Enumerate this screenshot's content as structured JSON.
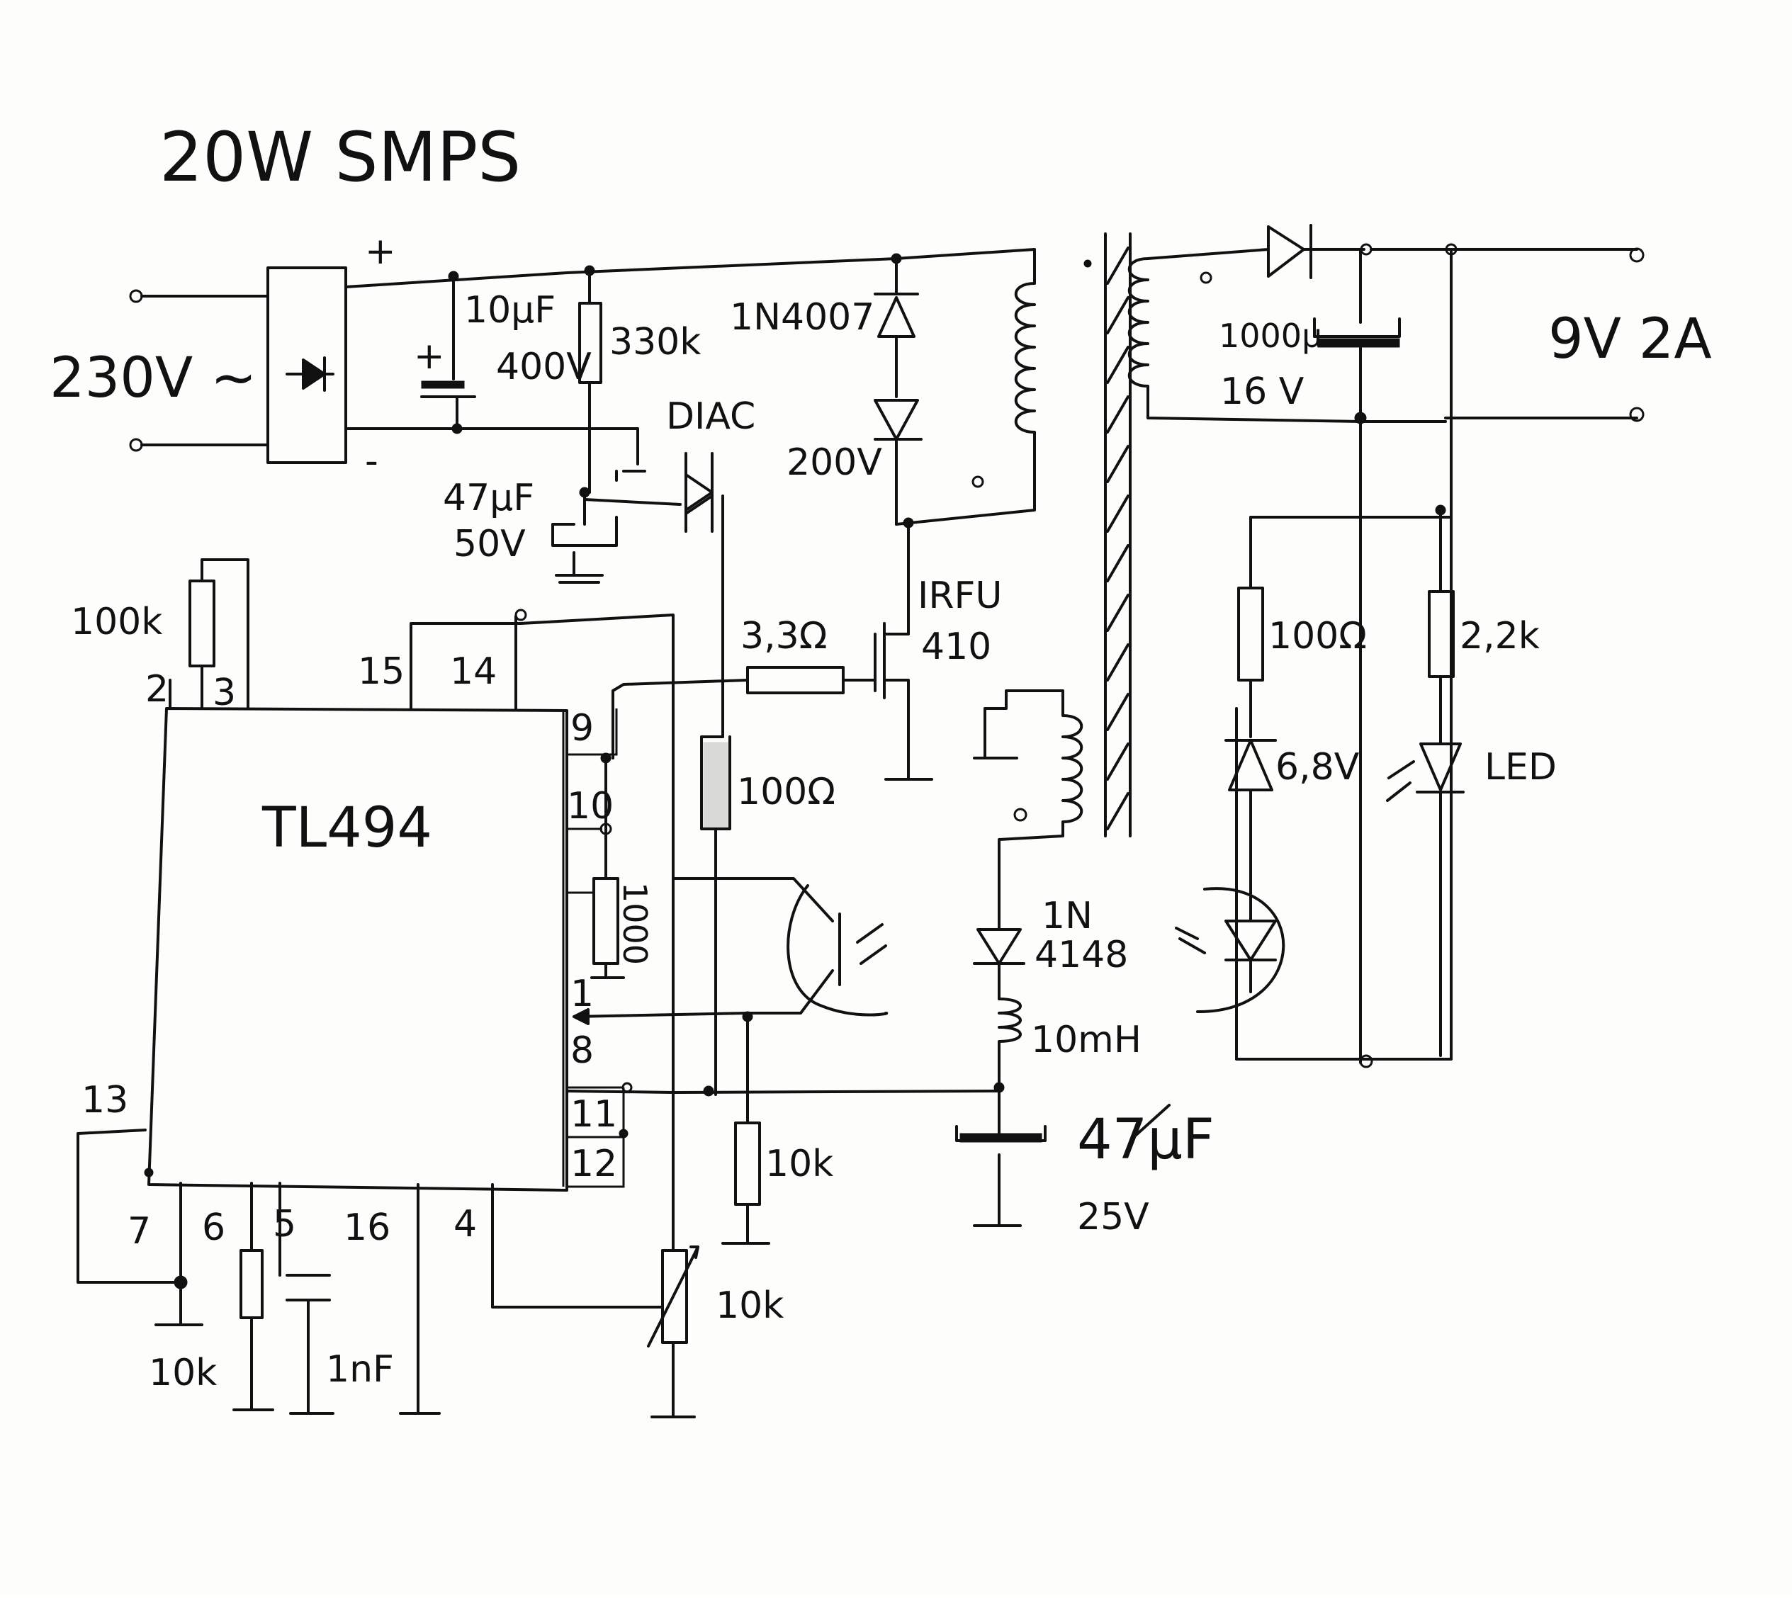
{
  "title": "20W SMPS",
  "input": {
    "label": "230V ~",
    "plus": "+",
    "minus": "-"
  },
  "output": {
    "label": "9V 2A"
  },
  "components": {
    "bulk_cap": {
      "value": "10µF",
      "voltage": "400V",
      "polarity": "+"
    },
    "start_res": "330k",
    "start_cap": {
      "value": "47µF",
      "voltage": "50V"
    },
    "diac": "DIAC",
    "snubber_diode": "1N4007",
    "zener_200": "200V",
    "mosfet": {
      "line1": "IRFU",
      "line2": "410"
    },
    "gate_res": "3,3Ω",
    "sense_res": "100Ω",
    "res_100k": "100k",
    "res_1000": "1000",
    "aux_diode": {
      "line1": "1N",
      "line2": "4148"
    },
    "inductor": "10mH",
    "aux_cap": {
      "value": "47µF",
      "voltage": "25V"
    },
    "res_10k_a": "10k",
    "pot_10k": "10k",
    "res_10k_rt": "10k",
    "cap_1nf": "1nF",
    "out_cap": {
      "value": "1000µ",
      "voltage": "16 V"
    },
    "res_100_out": "100Ω",
    "res_2k2": "2,2k",
    "zener_68": "6,8V",
    "led": "LED"
  },
  "ic": {
    "name": "TL494",
    "pins": [
      "2",
      "3",
      "15",
      "14",
      "9",
      "10",
      "1",
      "8",
      "11",
      "12",
      "13",
      "7",
      "6",
      "5",
      "16",
      "4"
    ]
  }
}
